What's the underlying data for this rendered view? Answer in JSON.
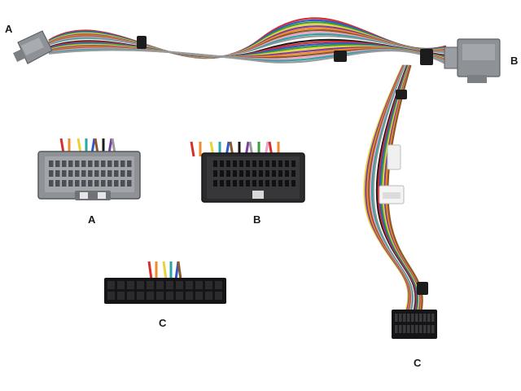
{
  "labels": {
    "harness_a": "A",
    "harness_b": "B",
    "harness_c": "C",
    "detail_a": "A",
    "detail_b": "B",
    "detail_c": "C"
  },
  "colors": {
    "background": "#ffffff",
    "grey_housing": "#8e9196",
    "dark_housing": "#2b2b2d",
    "black_housing": "#151517",
    "wires": [
      "#d62e2e",
      "#2f59c9",
      "#3a9c3a",
      "#e8d33a",
      "#7a3fa0",
      "#f08a2a",
      "#8b5a2b",
      "#f0a0c8",
      "#2aa6a6",
      "#9a9a9a",
      "#ffffff",
      "#1c1c1c"
    ]
  },
  "icons": [
    "connector-a-icon",
    "connector-b-icon",
    "connector-c-icon",
    "wire-harness-icon"
  ]
}
